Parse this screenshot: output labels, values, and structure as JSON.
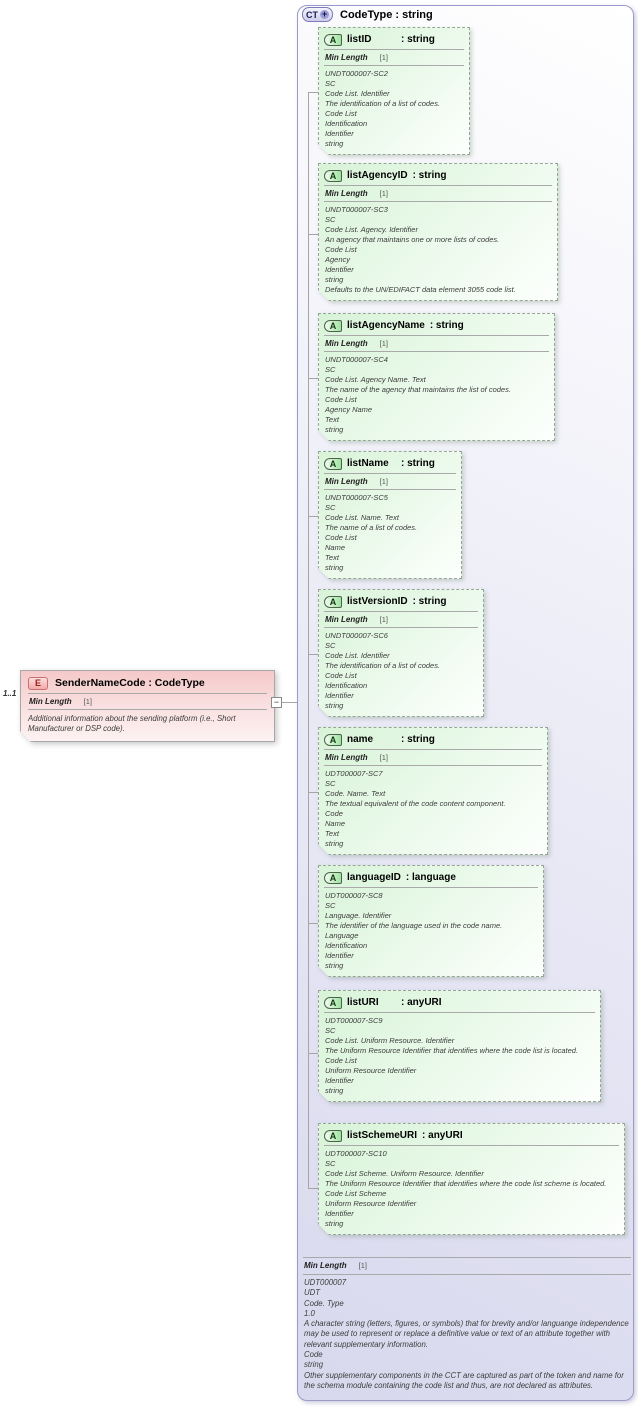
{
  "icons": {
    "complex_type_badge": "CT",
    "expand_plus": "+",
    "attribute_badge": "A",
    "element_badge": "E",
    "collapse": "−"
  },
  "colors": {
    "complex_type_fill": "#dcdcf0",
    "complex_type_border": "#9b9bc9",
    "attribute_fill": "#ddf6dd",
    "attribute_border_dashed": "#96a596",
    "element_fill": "#f5c9c9",
    "badge_a_fill": "#9fe29f",
    "badge_e_text": "#a02020",
    "annotation_text": "#3c3c3c"
  },
  "element": {
    "cardinality": "1..1",
    "badge": "E",
    "title": "SenderNameCode : CodeType",
    "facet_label": "Min Length",
    "facet_value": "[1]",
    "description": "Additional information about the sending platform (i.e., Short Manufacturer or DSP code)."
  },
  "ct": {
    "badge": "CT",
    "plus": "+",
    "title": "CodeType : string",
    "attributes": [
      {
        "badge": "A",
        "name": "listID",
        "type_suffix": ": string",
        "facet_label": "Min Length",
        "facet_value": "[1]",
        "annotation": [
          "UNDT000007-SC2",
          "SC",
          "Code List. Identifier",
          "The identification of a list of codes.",
          "Code List",
          "Identification",
          "Identifier",
          "string"
        ]
      },
      {
        "badge": "A",
        "name": "listAgencyID",
        "type_suffix": ": string",
        "facet_label": "Min Length",
        "facet_value": "[1]",
        "annotation": [
          "UNDT000007-SC3",
          "SC",
          "Code List. Agency. Identifier",
          "An agency that maintains one or more lists of codes.",
          "Code List",
          "Agency",
          "Identifier",
          "string",
          "Defaults to the UN/EDIFACT data element 3055 code list."
        ]
      },
      {
        "badge": "A",
        "name": "listAgencyName",
        "type_suffix": ": string",
        "facet_label": "Min Length",
        "facet_value": "[1]",
        "annotation": [
          "UNDT000007-SC4",
          "SC",
          "Code List. Agency Name. Text",
          "The name of the agency that maintains the list of codes.",
          "Code List",
          "Agency Name",
          "Text",
          "string"
        ]
      },
      {
        "badge": "A",
        "name": "listName",
        "type_suffix": ": string",
        "facet_label": "Min Length",
        "facet_value": "[1]",
        "annotation": [
          "UNDT000007-SC5",
          "SC",
          "Code List. Name. Text",
          "The name of a list of codes.",
          "Code List",
          "Name",
          "Text",
          "string"
        ]
      },
      {
        "badge": "A",
        "name": "listVersionID",
        "type_suffix": ": string",
        "facet_label": "Min Length",
        "facet_value": "[1]",
        "annotation": [
          "UNDT000007-SC6",
          "SC",
          "Code List. Identifier",
          "The identification of a list of codes.",
          "Code List",
          "Identification",
          "Identifier",
          "string"
        ]
      },
      {
        "badge": "A",
        "name": "name",
        "type_suffix": ": string",
        "facet_label": "Min Length",
        "facet_value": "[1]",
        "annotation": [
          "UDT000007-SC7",
          "SC",
          "Code. Name. Text",
          "The textual equivalent of the code content component.",
          "Code",
          "Name",
          "Text",
          "string"
        ]
      },
      {
        "badge": "A",
        "name": "languageID",
        "type_suffix": ": language",
        "annotation": [
          "UDT000007-SC8",
          "SC",
          "Language. Identifier",
          "The identifier of the language used in the code name.",
          "Language",
          "Identification",
          "Identifier",
          "string"
        ]
      },
      {
        "badge": "A",
        "name": "listURI",
        "type_suffix": ": anyURI",
        "annotation": [
          "UDT000007-SC9",
          "SC",
          "Code List. Uniform Resource. Identifier",
          "The Uniform Resource Identifier that identifies where the code list is located.",
          "Code List",
          "Uniform Resource Identifier",
          "Identifier",
          "string"
        ]
      },
      {
        "badge": "A",
        "name": "listSchemeURI",
        "type_suffix": ": anyURI",
        "annotation": [
          "UDT000007-SC10",
          "SC",
          "Code List Scheme. Uniform Resource. Identifier",
          "The Uniform Resource Identifier that identifies where the code list scheme is located.",
          "Code List Scheme",
          "Uniform Resource Identifier",
          "Identifier",
          "string"
        ]
      }
    ],
    "footer": {
      "facet_label": "Min Length",
      "facet_value": "[1]",
      "annotation": [
        "UDT000007",
        "UDT",
        "Code. Type",
        "1.0",
        "A character string (letters, figures, or symbols) that for brevity and/or languange independence may be used to represent or replace a definitive value or text of an attribute together with relevant supplementary information.",
        "Code",
        "string",
        "Other supplementary components in the CCT are captured as part of the token and name for the schema module containing the code list and thus, are not declared as attributes."
      ]
    }
  }
}
